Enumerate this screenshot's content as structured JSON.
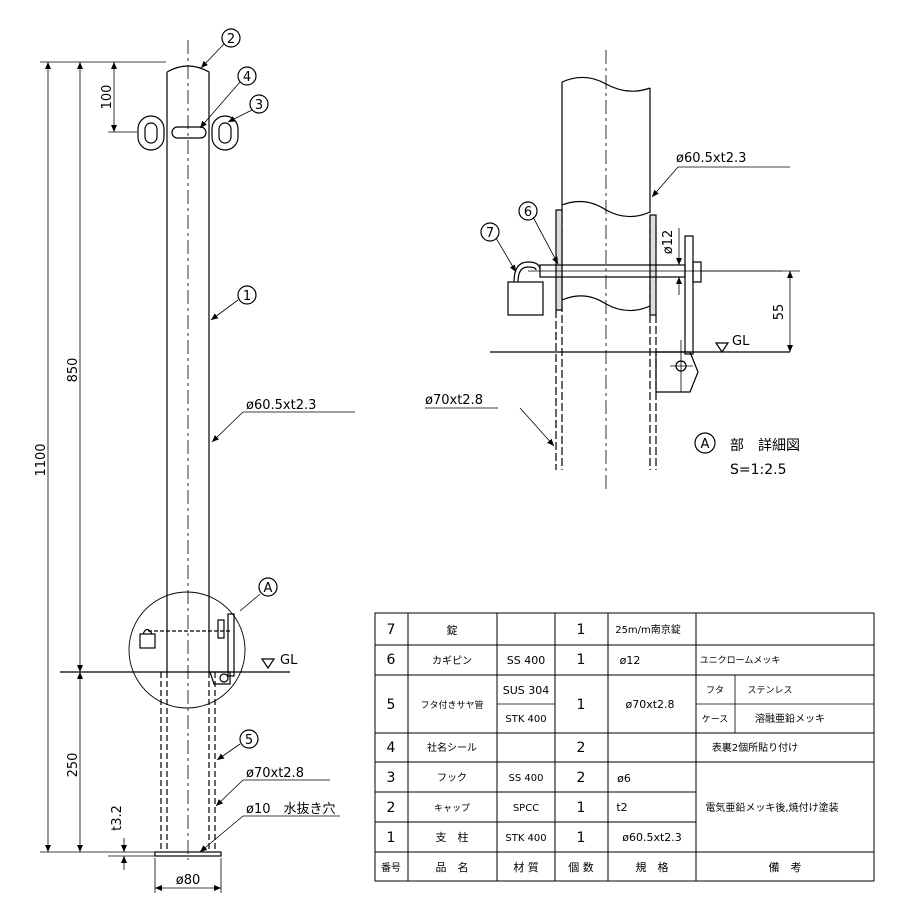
{
  "dimensions": {
    "total_height": "1100",
    "upper_height": "850",
    "lower_height": "250",
    "top_offset": "100",
    "base_thickness": "t3.2",
    "base_width": "ø80"
  },
  "main_view_labels": {
    "pipe_spec": "ø60.5xt2.3",
    "sleeve_spec": "ø70xt2.8",
    "drain_hole": "ø10　水抜き穴",
    "ground_line": "GL",
    "detail_marker": "A"
  },
  "balloons": [
    "1",
    "2",
    "3",
    "4",
    "5"
  ],
  "detail_view": {
    "pipe_spec": "ø60.5xt2.3",
    "sleeve_spec": "ø70xt2.8",
    "pin_diameter": "ø12",
    "pin_height": "55",
    "ground_line": "GL",
    "balloon_6": "6",
    "balloon_7": "7",
    "title_marker": "A",
    "title_text": "部　詳細図",
    "scale": "S=1:2.5"
  },
  "parts_table": {
    "headers": [
      "番号",
      "品　名",
      "材 質",
      "個 数",
      "規　格",
      "備　考"
    ],
    "rows": [
      {
        "no": "7",
        "name": "錠",
        "material": "",
        "qty": "1",
        "spec": "25m/m南京錠",
        "note": ""
      },
      {
        "no": "6",
        "name": "カギピン",
        "material": "SS 400",
        "qty": "1",
        "spec": "ø12",
        "note": "ユニクロームメッキ"
      },
      {
        "no": "5",
        "name": "フタ付きサヤ管",
        "material": "SUS 304",
        "material2": "STK 400",
        "qty": "1",
        "spec": "ø70xt2.8",
        "note": "フタ",
        "note_b": "ステンレス",
        "note2": "ケース",
        "note2_b": "溶融亜鉛メッキ"
      },
      {
        "no": "4",
        "name": "社名シール",
        "material": "",
        "qty": "2",
        "spec": "",
        "note": "表裏2個所貼り付け"
      },
      {
        "no": "3",
        "name": "フック",
        "material": "SS 400",
        "qty": "2",
        "spec": "ø6",
        "note": ""
      },
      {
        "no": "2",
        "name": "キャップ",
        "material": "SPCC",
        "qty": "1",
        "spec": "t2",
        "note": "電気亜鉛メッキ後,焼付け塗装"
      },
      {
        "no": "1",
        "name": "支　柱",
        "material": "STK 400",
        "qty": "1",
        "spec": "ø60.5xt2.3",
        "note": ""
      }
    ]
  }
}
